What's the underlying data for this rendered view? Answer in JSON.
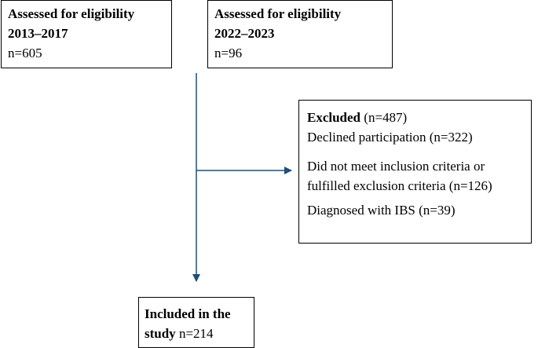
{
  "colors": {
    "arrow": "#1F4E79",
    "border": "#000000",
    "text": "#000000"
  },
  "box_2013": {
    "title_line1": "Assessed for eligibility",
    "title_line2": "2013–2017",
    "count": "n=605"
  },
  "box_2022": {
    "title_line1": "Assessed for eligibility",
    "title_line2": "2022–2023",
    "count": "n=96"
  },
  "excluded": {
    "heading": "Excluded",
    "heading_count": " (n=487)",
    "declined": "Declined participation   (n=322)",
    "criteria_line1": "Did not meet inclusion criteria or",
    "criteria_line2": "fulfilled exclusion criteria  (n=126)",
    "ibs": "Diagnosed with IBS (n=39)"
  },
  "included": {
    "line1_bold": "Included in the",
    "line2_bold": "study",
    "line2_count": " n=214"
  }
}
